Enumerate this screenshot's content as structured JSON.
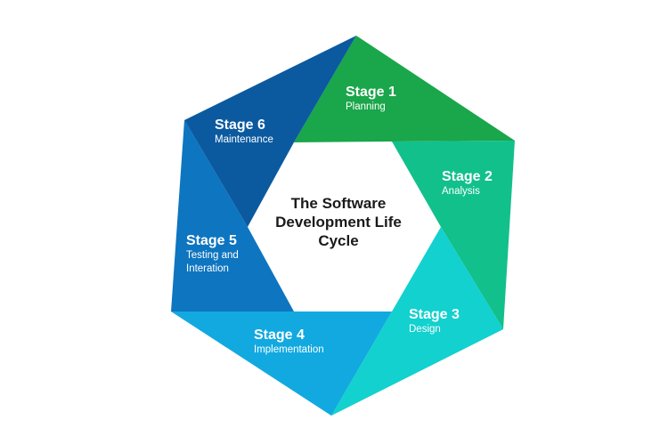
{
  "title": "The Software Development Life Cycle",
  "stages": [
    {
      "title": "Stage 1",
      "subtitle": "Planning",
      "color": "#1aa64a"
    },
    {
      "title": "Stage 2",
      "subtitle": "Analysis",
      "color": "#12c08c"
    },
    {
      "title": "Stage 3",
      "subtitle": "Design",
      "color": "#12d1cf"
    },
    {
      "title": "Stage 4",
      "subtitle": "Implementation",
      "color": "#12a9e0"
    },
    {
      "title": "Stage 5",
      "subtitle": "Testing and Interation",
      "color": "#0e75c0"
    },
    {
      "title": "Stage 6",
      "subtitle": "Maintenance",
      "color": "#0b5aa0"
    }
  ]
}
